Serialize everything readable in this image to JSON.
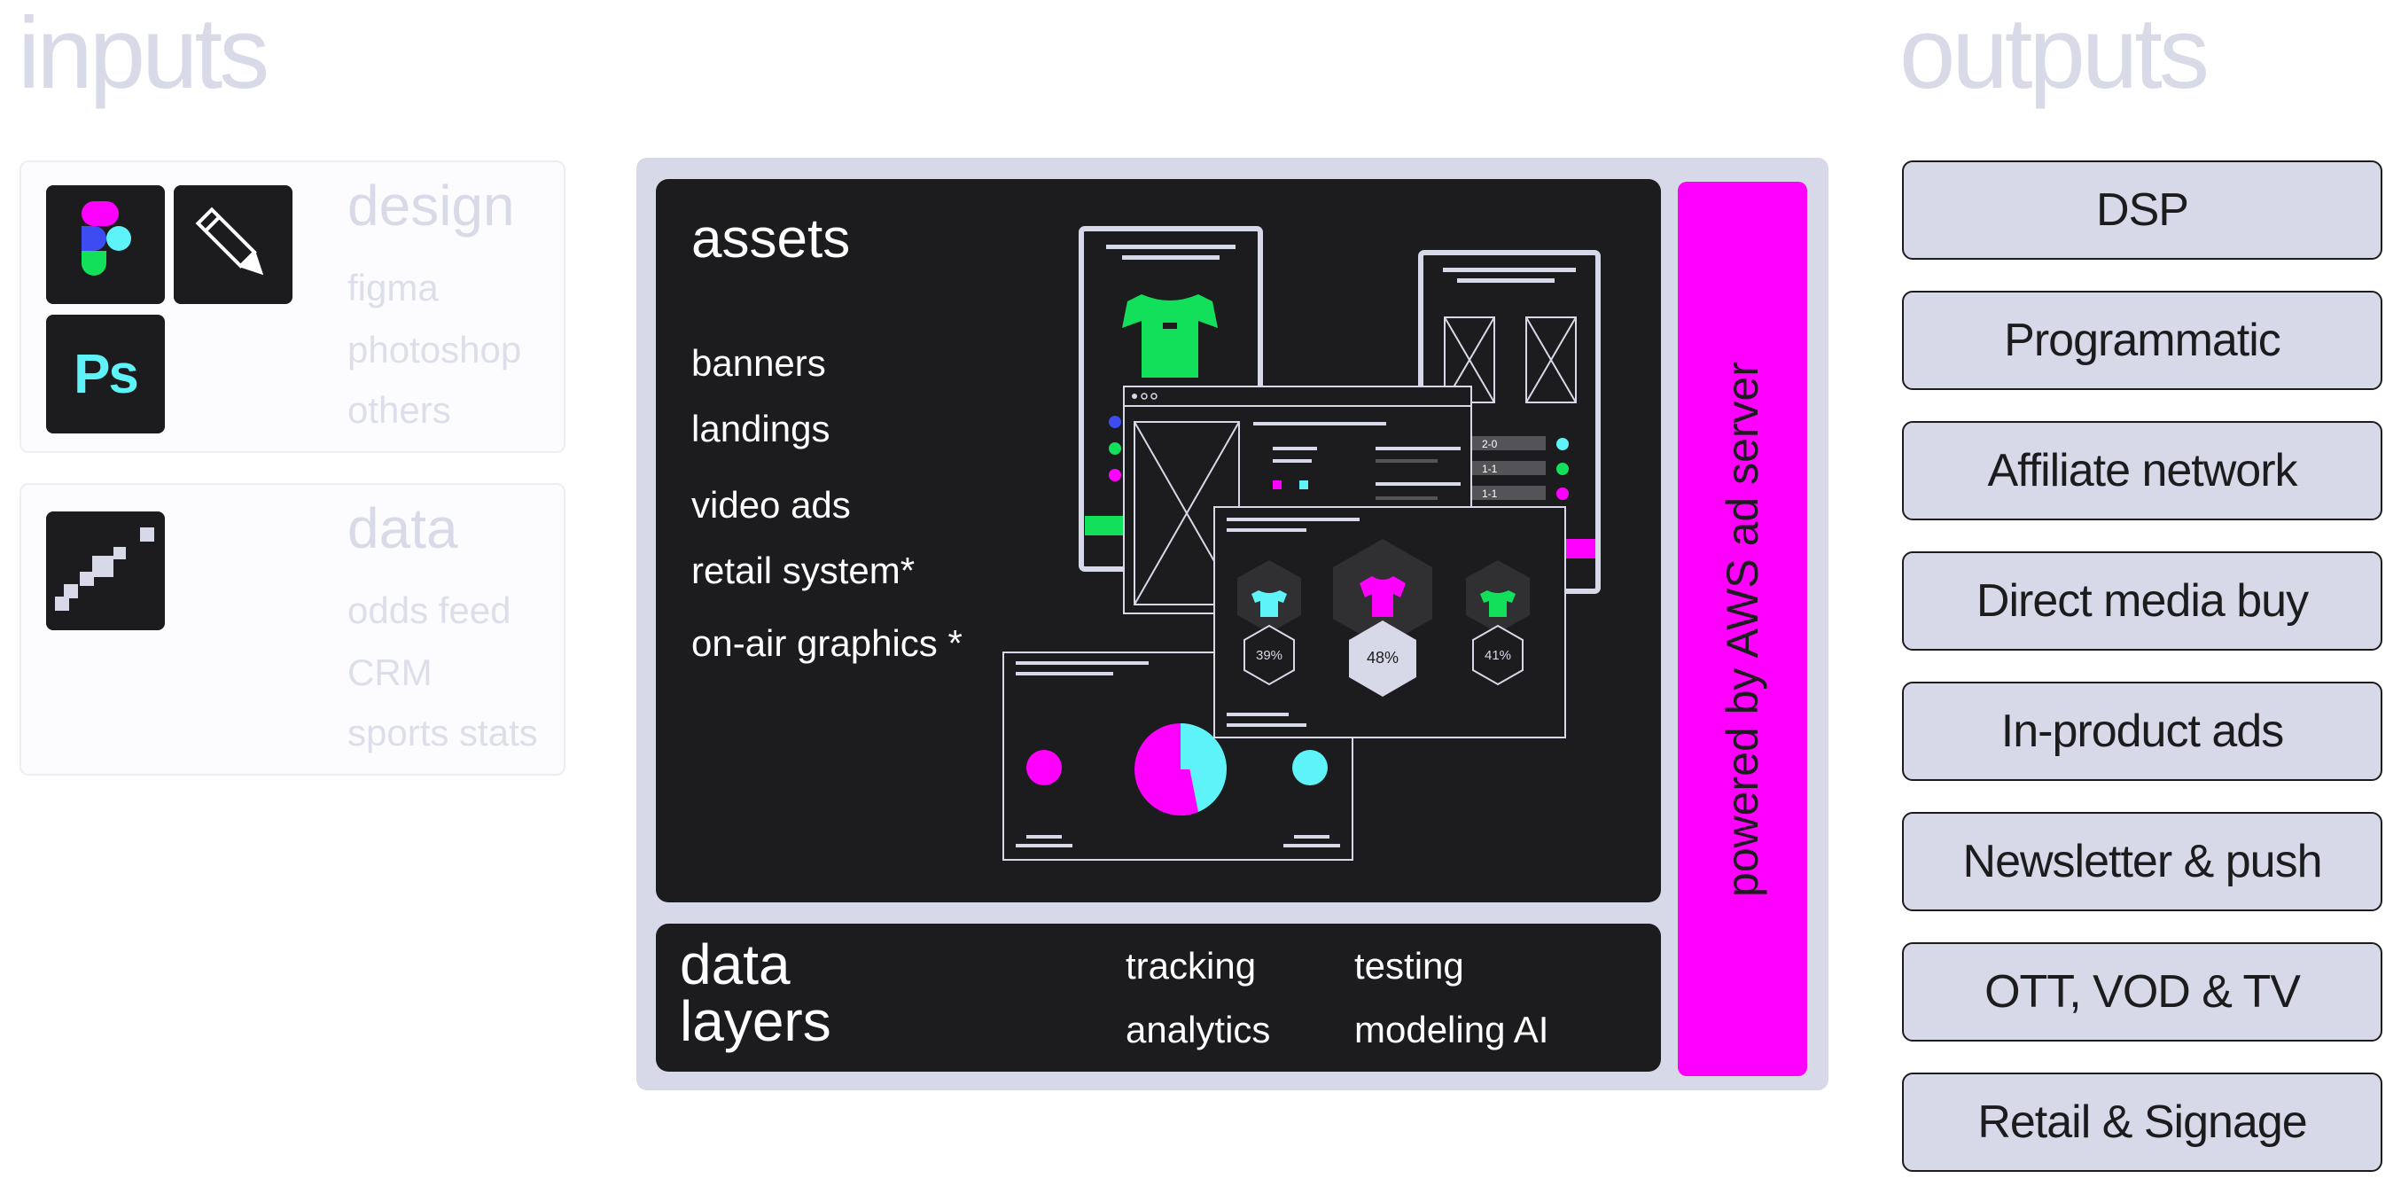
{
  "headings": {
    "inputs": "inputs",
    "outputs": "outputs"
  },
  "design_card": {
    "title": "design",
    "items": [
      "figma",
      "photoshop",
      "others"
    ],
    "icons": [
      "figma-icon",
      "pencil-icon",
      "photoshop-icon"
    ],
    "ps_label": "Ps"
  },
  "data_card": {
    "title": "data",
    "items": [
      "odds feed",
      "CRM",
      "sports stats"
    ],
    "icons": [
      "data-feed-icon"
    ]
  },
  "assets": {
    "title": "assets",
    "items": [
      "banners",
      "landings",
      "video ads",
      "retail system*",
      "on-air graphics *"
    ],
    "mockup": {
      "percent_left": "39%",
      "percent_center": "48%",
      "percent_right": "41%",
      "score_rows": [
        "2-0",
        "1-1",
        "1-1"
      ]
    }
  },
  "data_layers": {
    "title_line1": "data",
    "title_line2": "layers",
    "items": [
      "tracking",
      "testing",
      "analytics",
      "modeling AI"
    ]
  },
  "ad_server": {
    "label": "powered by AWS ad server"
  },
  "outputs": [
    "DSP",
    "Programmatic",
    "Affiliate network",
    "Direct media buy",
    "In-product ads",
    "Newsletter & push",
    "OTT, VOD & TV",
    "Retail & Signage"
  ],
  "colors": {
    "accent_magenta": "#ff00ff",
    "accent_cyan": "#5ef3f8",
    "accent_green": "#12e05a",
    "panel_dark": "#1c1b1d",
    "panel_light": "#d7d9e8"
  }
}
